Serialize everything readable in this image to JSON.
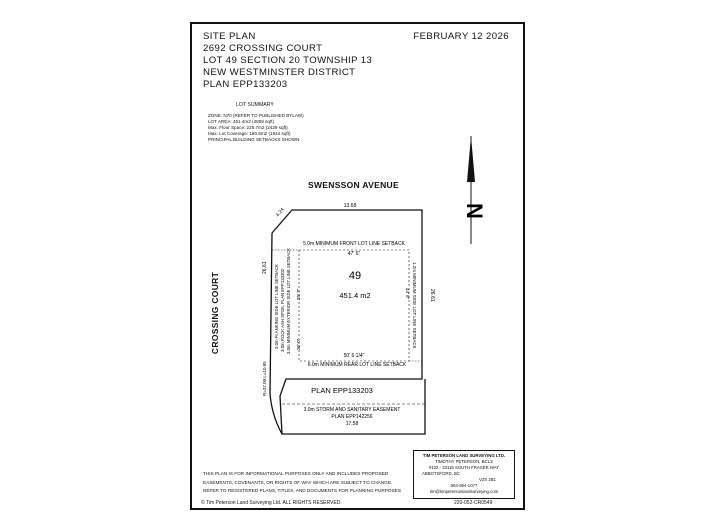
{
  "header": {
    "lines": [
      "SITE PLAN",
      "2692 CROSSING COURT",
      "LOT 49 SECTION 20 TOWNSHIP 13",
      "NEW WESTMINSTER DISTRICT",
      "PLAN EPP133203"
    ],
    "date": "FEBRUARY 12 2026"
  },
  "lot_summary": {
    "title": "LOT SUMMARY",
    "lines": [
      "ZONE: N70 (REFER TO PUBLISHED BYLAW)",
      "LOT AREA:  451.4m2 (4859 sqft)",
      "Max. Floor Space: 225.7m2 (2429 sqft)",
      "Max. Lot Coverage: 180.6m2 (1944 sqft)",
      "PRINCIPAL BUILDING SETBACKS SHOWN"
    ]
  },
  "north_arrow": {
    "label": "N"
  },
  "streets": {
    "top": "SWENSSON AVENUE",
    "left": "CROSSING COURT"
  },
  "lot": {
    "number": "49",
    "area": "451.4 m2",
    "dim_top": "13.68",
    "dim_corner": "4.24",
    "dim_right": "26.61",
    "dim_left": "26.61",
    "dim_arc": "R=37.00 L=10.85",
    "dim_bottom": "17.58",
    "front_setback": "5.0m MINIMUM FRONT LOT LINE SETBACK",
    "front_width": "47' 6\"",
    "rear_setback": "6.0m MINIMUM REAR LOT LINE SETBACK",
    "rear_width": "50' 6 1/4\"",
    "side_setback_right": "1.2m MINIMUM SIDE LOT LINE SETBACK",
    "right_depth": "44' 8\"",
    "left_setback_1": "3.0m FLANKING SIDE LOT LINE SETBACK",
    "left_setback_2": "3.0m ROCK ASH SPOIL PLAN EPP133202",
    "left_setback_3": "3.0m MINIMUM EXTERIOR SIDE LOT LINE SETBACK",
    "left_depth_1": "29' 7\"",
    "left_depth_2": "20' 0\"",
    "plan_label": "PLAN EPP133203",
    "easement_1": "3.0m STORM AND SANITARY EASEMENT",
    "easement_2": "PLAN EPP142256"
  },
  "disclaimer": {
    "lines": [
      "THIS PLAN IS FOR INFORMATIONAL PURPOSES ONLY AND INCLUDES PROPOSED",
      "EASEMENTS, COVENANTS, OR RIGHTS OF WAY WHICH ARE SUBJECT TO CHANGE.",
      "REFER TO REGISTERED PLANS, TITLES, AND DOCUMENTS FOR PLANNING PURPOSES"
    ]
  },
  "copyright": "© Tim Peterson Land Surveying Ltd.  ALL RIGHTS RESERVED.",
  "surveyor": {
    "company": "TIM PETERSON LAND SURVEYING LTD.",
    "name": "TIMOTHY PETERSON, BCLS",
    "address": "#102 - 33119 SOUTH FRASER WAY",
    "city": "ABBOTSFORD, BC",
    "postal": "V2S 2B1",
    "phone": "604-854-1077",
    "email": "tim@timpetersonlandsurveying.com",
    "file_no": "220-052-CR0549"
  }
}
